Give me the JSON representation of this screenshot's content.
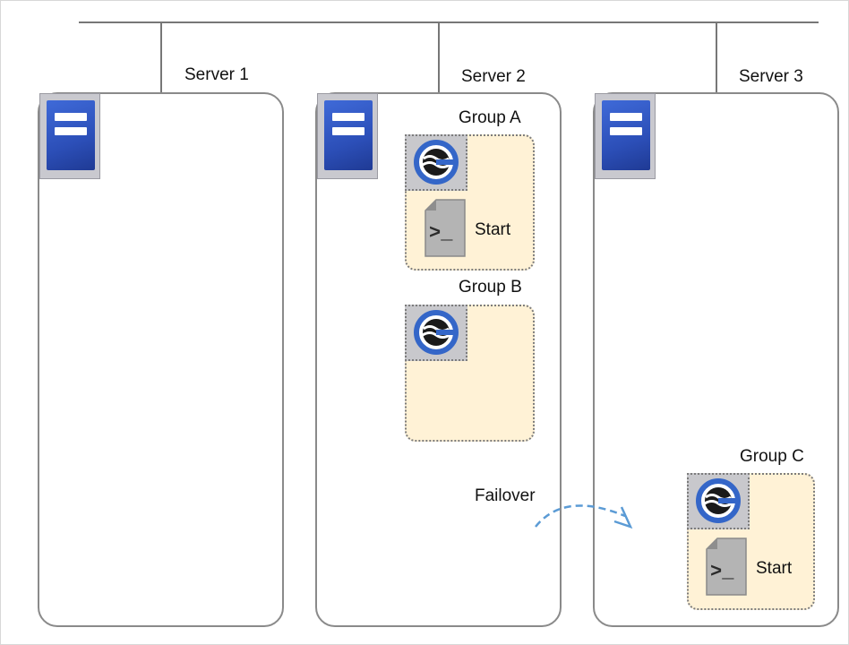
{
  "servers": [
    {
      "name": "Server 1"
    },
    {
      "name": "Server 2"
    },
    {
      "name": "Server 3"
    }
  ],
  "groups": [
    {
      "name": "Group A",
      "resource_label": "Start"
    },
    {
      "name": "Group B"
    },
    {
      "name": "Group C",
      "resource_label": "Start"
    }
  ],
  "failover_label": "Failover",
  "icons": {
    "server": "server-icon",
    "cluster_group": "clusterpro-group-icon",
    "script": "script-icon"
  },
  "colors": {
    "server_blue": "#2c4fb8",
    "group_fill": "#fff2d6",
    "failover_arrow": "#5b9bd5"
  }
}
